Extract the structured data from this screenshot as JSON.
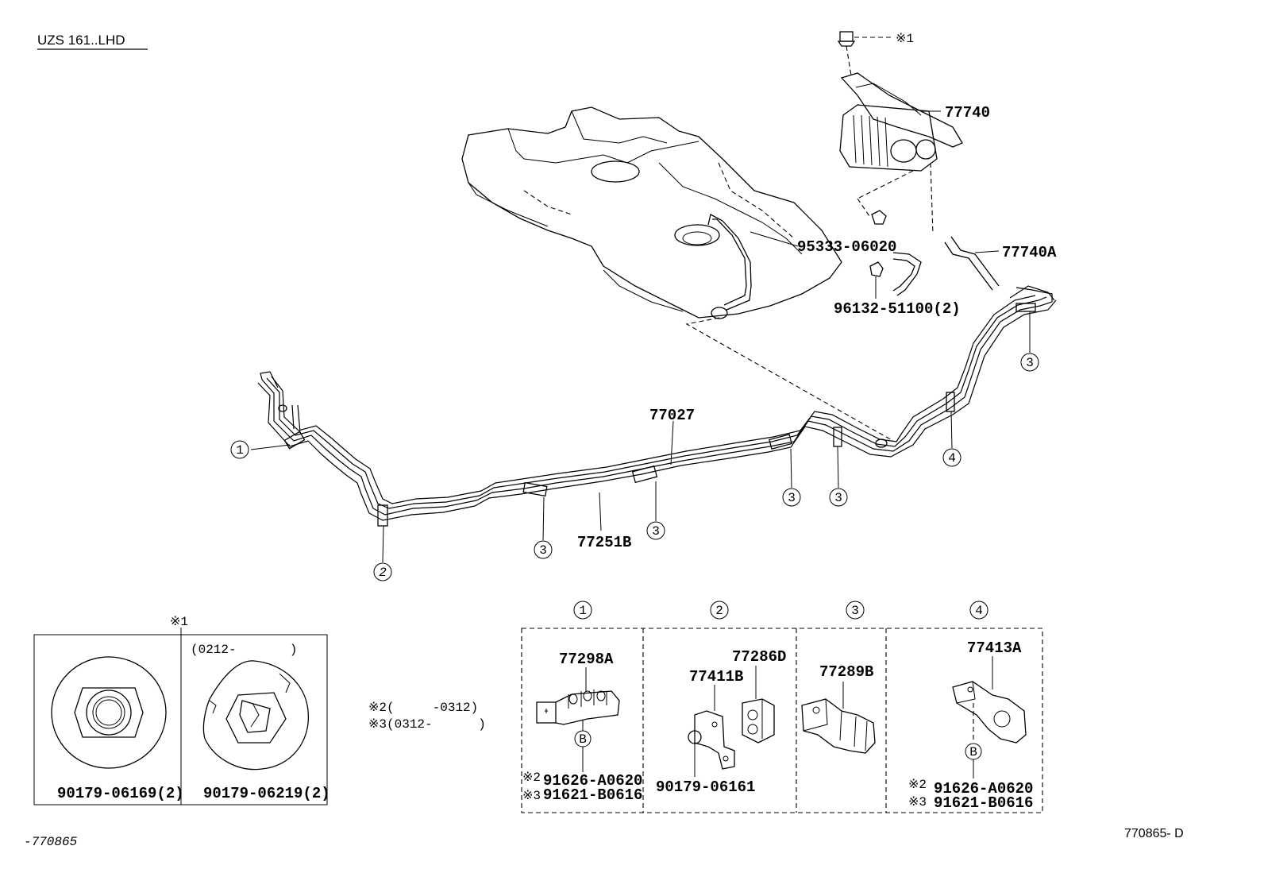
{
  "header": {
    "model": "UZS 161..LHD"
  },
  "footer": {
    "left_ref": "-770865",
    "right_ref": "770865- D"
  },
  "parts": {
    "p77740": "77740",
    "p77740A": "77740A",
    "p95333": "95333-06020",
    "p96132": "96132-51100(2)",
    "p77027": "77027",
    "p77251B": "77251B"
  },
  "markers": {
    "m1": "※1",
    "m1_small": "※1"
  },
  "callouts": [
    "1",
    "2",
    "3",
    "4"
  ],
  "clamp_sections": {
    "s1": {
      "part": "77298A",
      "sub": "B",
      "note1": "※2",
      "code1": "91626-A0620",
      "note2": "※3",
      "code2": "91621-B0616"
    },
    "s2": {
      "part_a": "77286D",
      "part_b": "77411B",
      "bolt": "90179-06161"
    },
    "s3": {
      "part": "77289B"
    },
    "s4": {
      "part": "77413A",
      "sub": "B",
      "note1": "※2",
      "code1": "91626-A0620",
      "note2": "※3",
      "code2": "91621-B0616"
    }
  },
  "notes": {
    "n2": "※2(     -0312)",
    "n3": "※3(0312-      )"
  },
  "nut_box": {
    "period": "(0212-       )",
    "left_part": "90179-06169(2)",
    "right_part": "90179-06219(2)"
  }
}
